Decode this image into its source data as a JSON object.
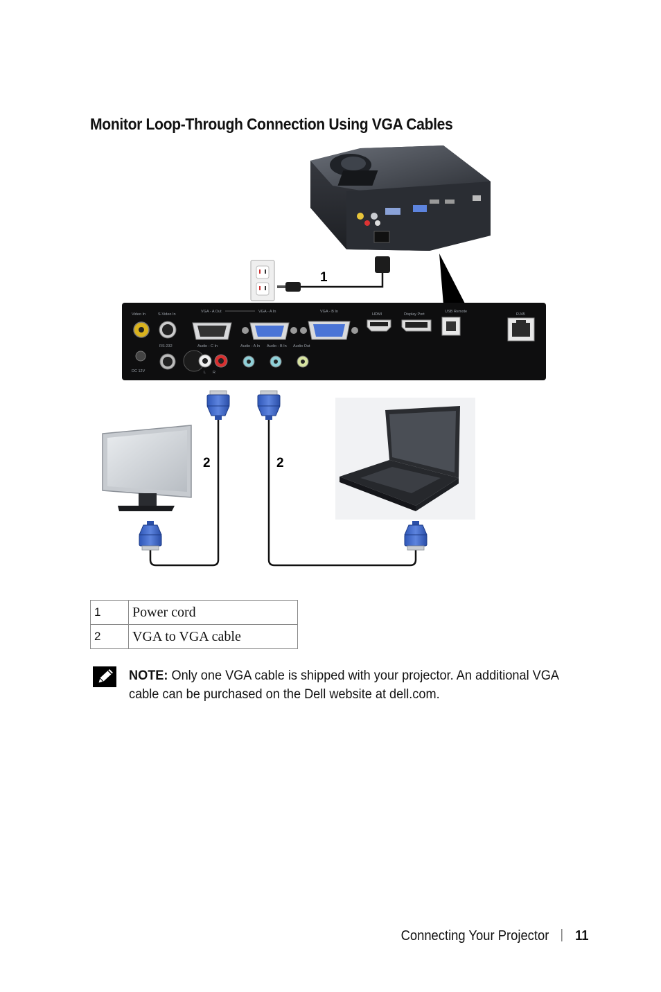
{
  "page": {
    "heading": "Monitor Loop-Through Connection Using VGA Cables",
    "callouts": {
      "power": "1",
      "vga_left": "2",
      "vga_right": "2"
    },
    "panel_labels": {
      "video_in": "Video In",
      "svideo_in": "S-Video In",
      "rs232": "RS-232",
      "dc12v": "DC 12V",
      "vga_a_out": "VGA - A Out",
      "audio_c_in": "Audio - C In",
      "vga_a_in": "VGA - A In",
      "audio_a_in": "Audio - A In",
      "vga_b_in": "VGA - B In",
      "audio_b_in": "Audio - B In",
      "audio_out": "Audio Out",
      "hdmi": "HDMI",
      "display_port": "Display Port",
      "usb_remote": "USB Remote",
      "rj45": "RJ45",
      "l": "L",
      "r": "R"
    },
    "legend": [
      {
        "num": "1",
        "desc": "Power cord"
      },
      {
        "num": "2",
        "desc": "VGA to VGA cable"
      }
    ],
    "note": {
      "label": "NOTE:",
      "text_before": " Only one VGA cable is shipped with your projector. An additional VGA cable can be purchased on the Dell website at ",
      "link": "dell.com",
      "text_after": "."
    },
    "footer": {
      "section": "Connecting Your Projector",
      "page_number": "11"
    }
  }
}
